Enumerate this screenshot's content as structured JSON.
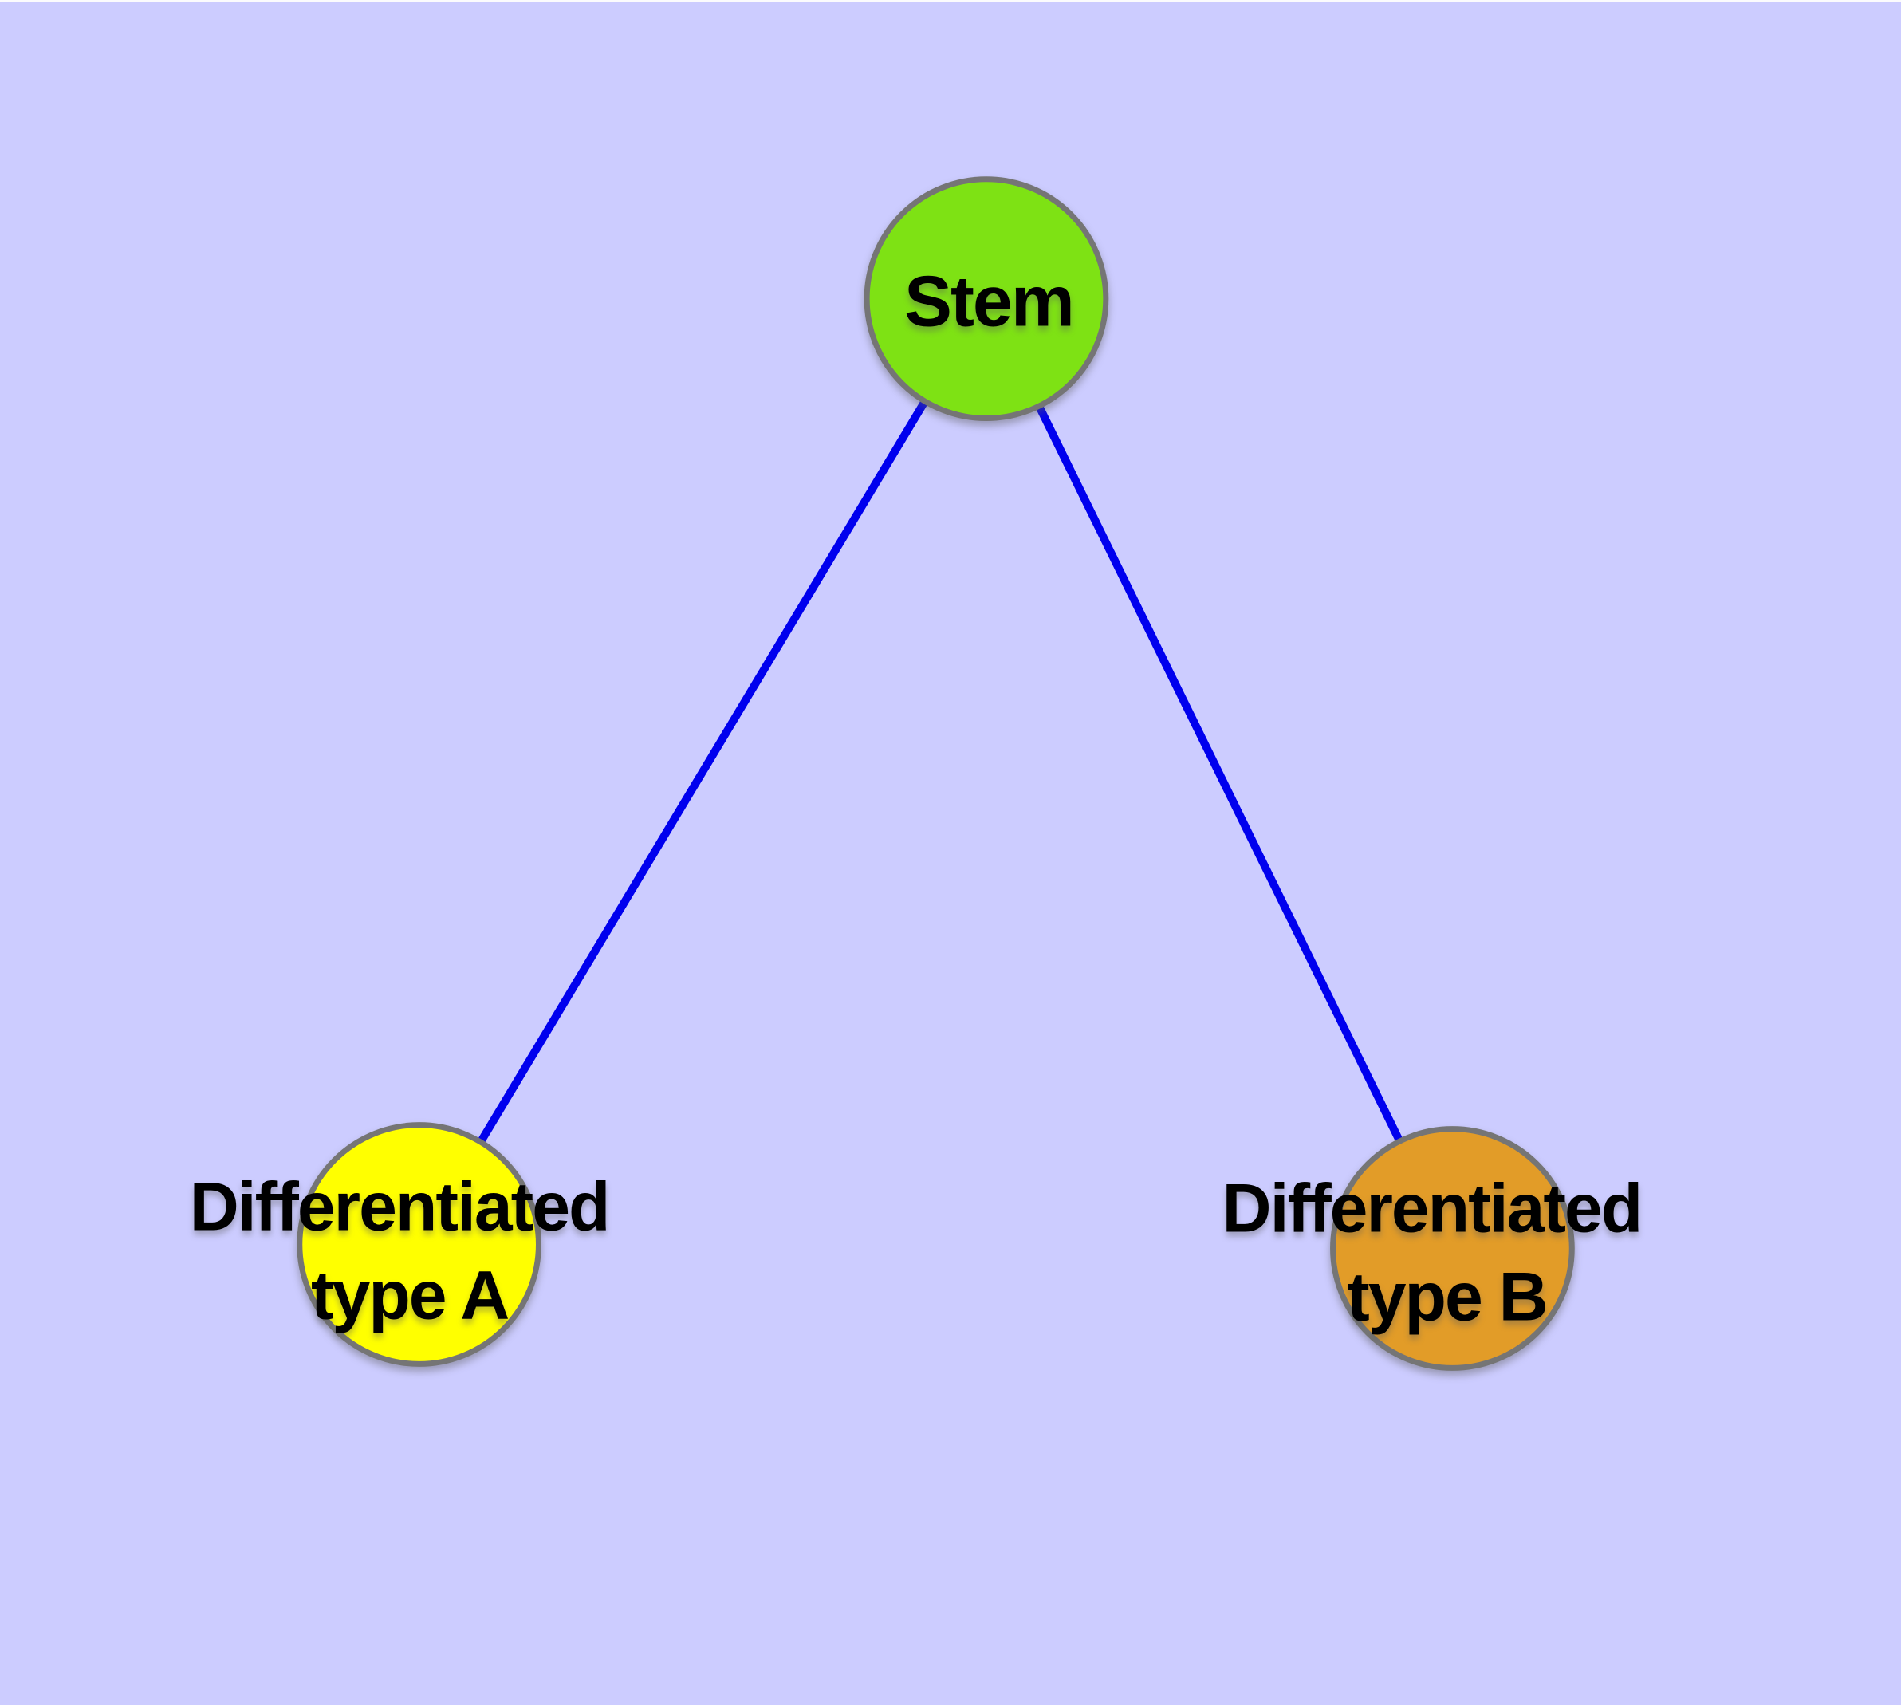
{
  "diagram": {
    "background_color": "#CCCCFF",
    "node_border_color": "#757575",
    "label_color": "#000000",
    "edge_color": "#0000EE",
    "nodes": {
      "stem": {
        "label": "Stem",
        "fill": "#7EE214"
      },
      "type_a": {
        "label_line1": "Differentiated",
        "label_line2": "type A",
        "fill": "#FFFF00"
      },
      "type_b": {
        "label_line1": "Differentiated",
        "label_line2": "type B",
        "fill": "#E29C28"
      }
    },
    "edges": [
      {
        "from": "Stem",
        "to": "Differentiated type A",
        "color": "#0000EE"
      },
      {
        "from": "Stem",
        "to": "Differentiated type B",
        "color": "#0000EE"
      }
    ]
  }
}
